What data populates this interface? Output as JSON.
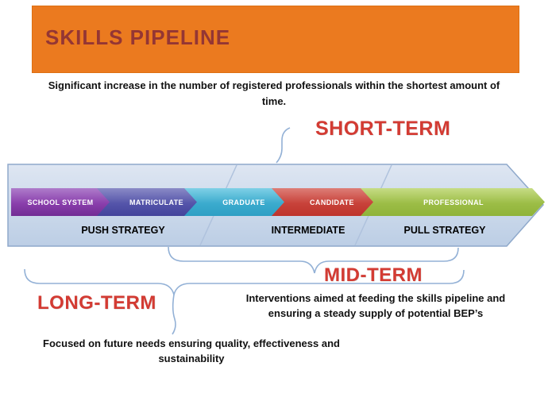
{
  "banner": {
    "title": "SKILLS PIPELINE",
    "bg_color": "#EB7A1F",
    "title_color": "#943634"
  },
  "intro": {
    "text": "Significant increase in the number of registered professionals within the shortest amount of time."
  },
  "terms": {
    "short": "SHORT-TERM",
    "mid": "MID-TERM",
    "long": "LONG-TERM",
    "accent_color": "#D33B33"
  },
  "pipeline": {
    "band_fill": "#CFDCEC",
    "band_border": "#8FA9CB",
    "brace_color": "#93B1D6",
    "stages": [
      {
        "label": "SCHOOL SYSTEM",
        "color": "#7B2E9D"
      },
      {
        "label": "MATRICULATE",
        "color": "#4A4AA0"
      },
      {
        "label": "GRADUATE",
        "color": "#2E9FC4"
      },
      {
        "label": "CANDIDATE",
        "color": "#BE342C"
      },
      {
        "label": "PROFESSIONAL",
        "color": "#8FB33A"
      }
    ],
    "strategies": [
      "PUSH STRATEGY",
      "INTERMEDIATE",
      "PULL STRATEGY"
    ]
  },
  "notes": {
    "mid_term": "Interventions aimed at feeding the skills pipeline and ensuring a steady supply of potential BEP’s",
    "long_term": "Focused on future needs ensuring quality, effectiveness and sustainability"
  }
}
